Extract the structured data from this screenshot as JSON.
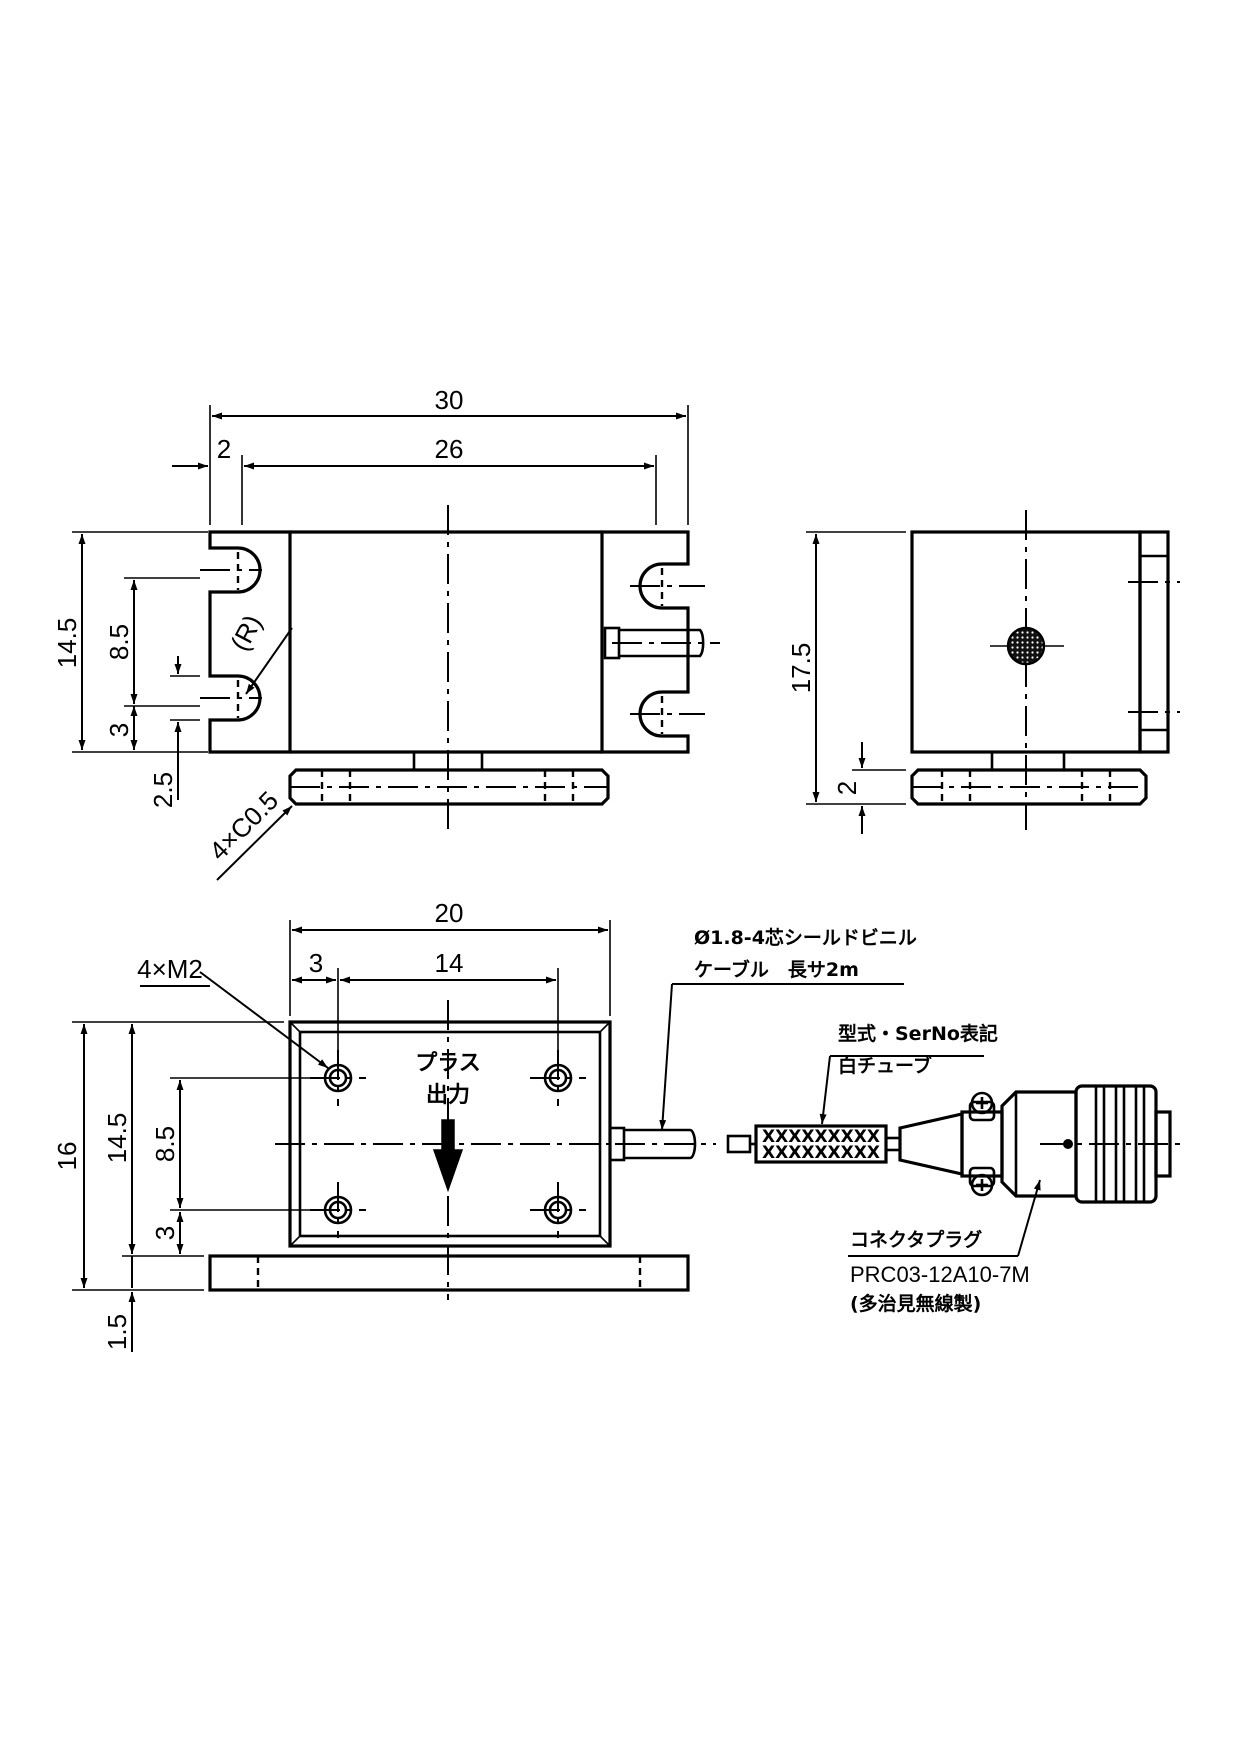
{
  "front_view": {
    "dimensions": {
      "overall_width": "30",
      "hole_pitch": "26",
      "edge_offset": "2",
      "overall_height": "14.5",
      "slot_pitch": "8.5",
      "slot_offset": "3",
      "base_thickness": "2.5",
      "radius": "(R)",
      "chamfer": "4×C0.5"
    }
  },
  "side_view": {
    "dimensions": {
      "overall_height": "17.5",
      "base_thickness": "2"
    }
  },
  "top_view": {
    "dimensions": {
      "base_width": "20",
      "hole_offset": "3",
      "hole_pitch": "14",
      "overall_depth": "16",
      "body_depth": "14.5",
      "hole_pitch_y": "8.5",
      "hole_offset_y": "3",
      "flange_thickness": "1.5",
      "thread_callout": "4×M2"
    },
    "output_label_line1": "プラス",
    "output_label_line2": "出力"
  },
  "cable": {
    "spec_line1": "Ø1.8-4芯シールドビニル",
    "spec_line2": "ケーブル　長サ2m"
  },
  "marker_tube": {
    "label_line1": "型式・SerNo表記",
    "label_line2": "白チューブ",
    "marking_row1": "XXXXXXXXX",
    "marking_row2": "XXXXXXXXX"
  },
  "connector": {
    "label_line1": "コネクタプラグ",
    "label_line2": "PRC03-12A10-7M",
    "label_line3": "(多治見無線製)"
  }
}
